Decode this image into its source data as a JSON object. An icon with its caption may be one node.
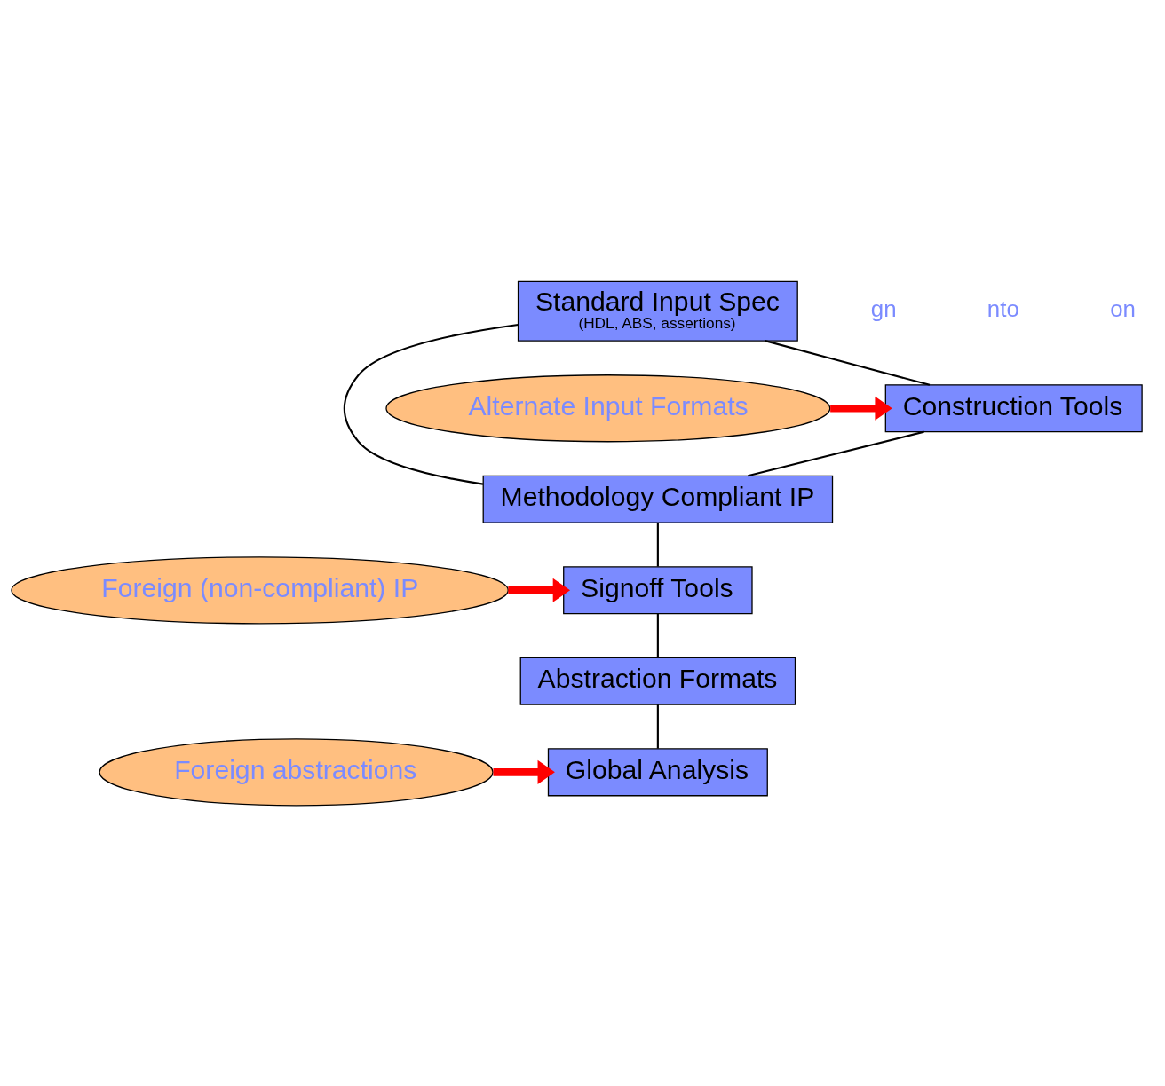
{
  "diagram": {
    "nodes": [
      {
        "text": [
          "Standard Input Spec",
          "(HDL, ABS, assertions)"
        ]
      },
      {
        "text": [
          "Construction Tools"
        ]
      },
      {
        "text": [
          "Alternate Input Formats"
        ]
      },
      {
        "text": [
          "Methodology Compliant IP"
        ]
      },
      {
        "text": [
          "Signoff Tools"
        ]
      },
      {
        "text": [
          "Foreign (non-compliant) IP"
        ]
      },
      {
        "text": [
          "Abstraction Formats"
        ]
      },
      {
        "text": [
          "Global Analysis"
        ]
      },
      {
        "text": [
          "Foreign abstractions"
        ]
      }
    ],
    "edges": [
      {
        "from": 0,
        "to": 3,
        "arrow": "none"
      },
      {
        "from": 0,
        "to": 1,
        "arrow": "none"
      },
      {
        "from": 1,
        "to": 3,
        "arrow": "none"
      },
      {
        "from": 2,
        "to": 1,
        "arrow": "to",
        "style": "thick",
        "color": "#ff0000"
      },
      {
        "from": 3,
        "to": 4,
        "arrow": "none"
      },
      {
        "from": 5,
        "to": 4,
        "arrow": "to",
        "style": "thick",
        "color": "#ff0000"
      },
      {
        "from": 4,
        "to": 6,
        "arrow": "none"
      },
      {
        "from": 6,
        "to": 7,
        "arrow": "none"
      },
      {
        "from": 8,
        "to": 7,
        "arrow": "to",
        "style": "thick",
        "color": "#ff0000"
      }
    ],
    "labels": [
      "gn",
      "nto",
      "on"
    ]
  }
}
